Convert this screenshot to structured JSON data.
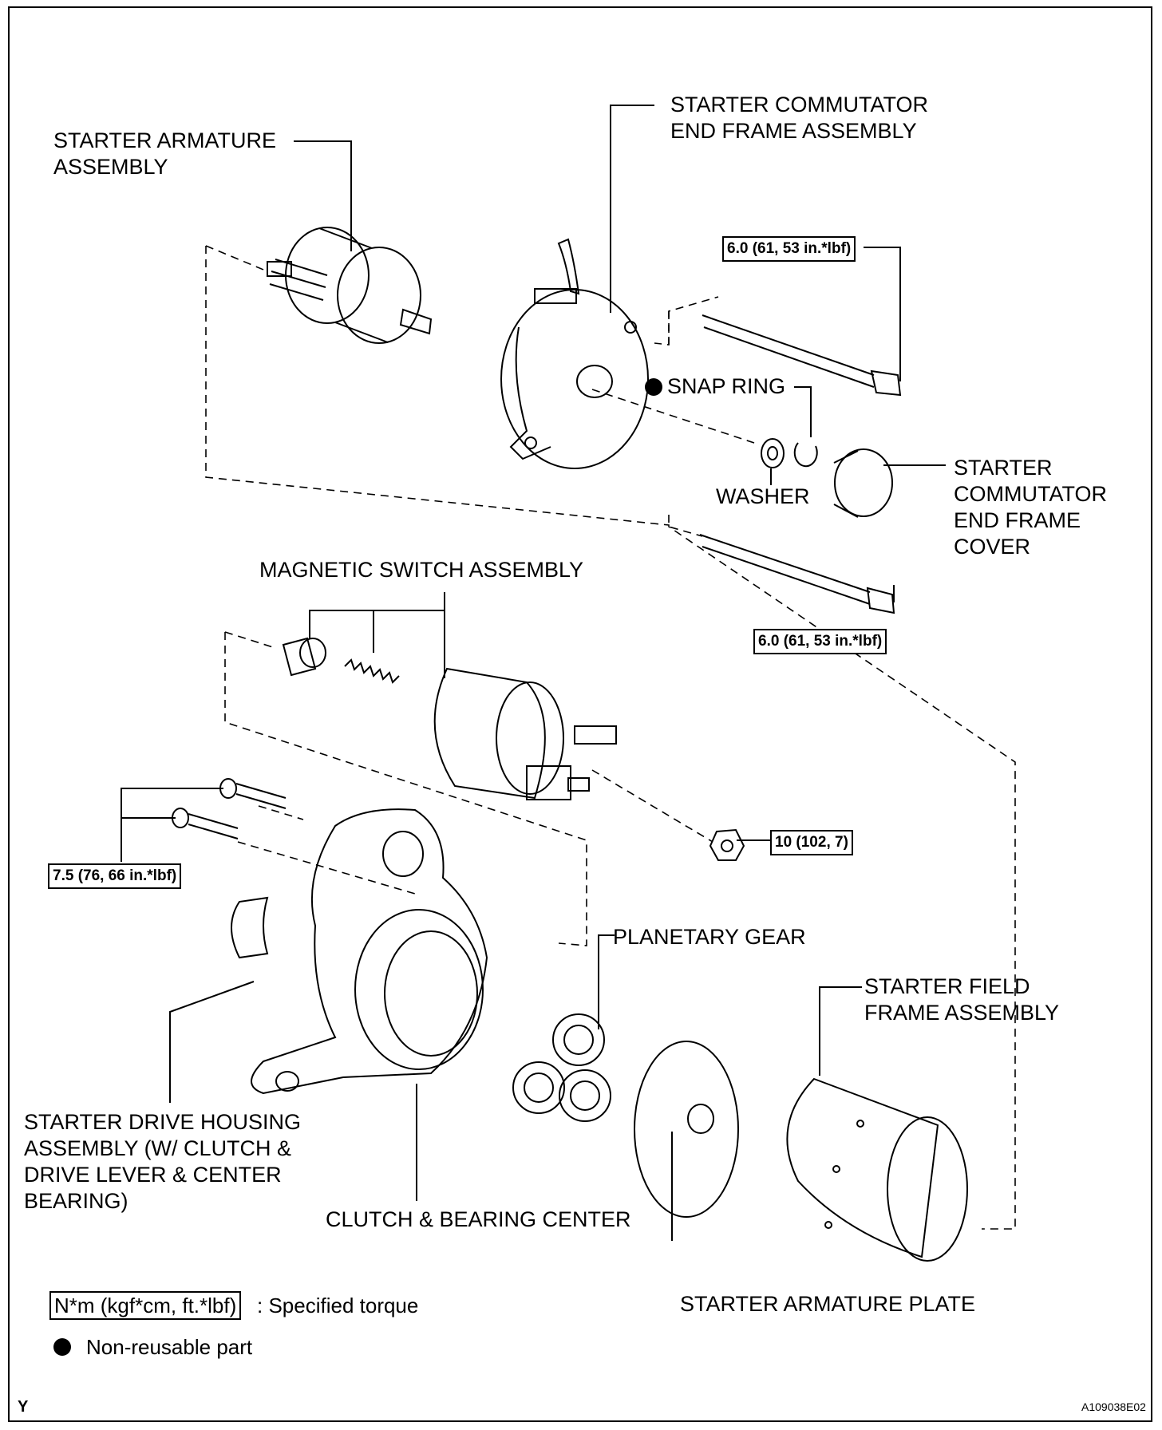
{
  "labels": {
    "starter_armature_assembly": "STARTER ARMATURE\nASSEMBLY",
    "commutator_end_frame_assembly": "STARTER COMMUTATOR\nEND FRAME ASSEMBLY",
    "snap_ring": "SNAP RING",
    "washer": "WASHER",
    "commutator_end_frame_cover": "STARTER\nCOMMUTATOR\nEND FRAME\nCOVER",
    "magnetic_switch_assembly": "MAGNETIC SWITCH ASSEMBLY",
    "planetary_gear": "PLANETARY GEAR",
    "starter_field_frame_assembly": "STARTER FIELD\nFRAME ASSEMBLY",
    "starter_drive_housing_assembly": "STARTER DRIVE HOUSING\nASSEMBLY (W/ CLUTCH &\nDRIVE LEVER & CENTER\nBEARING)",
    "clutch_bearing_center": "CLUTCH & BEARING CENTER",
    "starter_armature_plate": "STARTER ARMATURE PLATE"
  },
  "torques": {
    "through_bolt_upper": "6.0 (61, 53 in.*lbf)",
    "through_bolt_lower": "6.0 (61, 53 in.*lbf)",
    "terminal_nut": "10 (102, 7)",
    "housing_bolts": "7.5 (76, 66 in.*lbf)"
  },
  "legend": {
    "torque_unit": "N*m (kgf*cm, ft.*lbf)",
    "torque_text": ": Specified torque",
    "non_reusable_text": "Non-reusable part"
  },
  "corner_mark": "Y",
  "figure_id": "A109038E02"
}
